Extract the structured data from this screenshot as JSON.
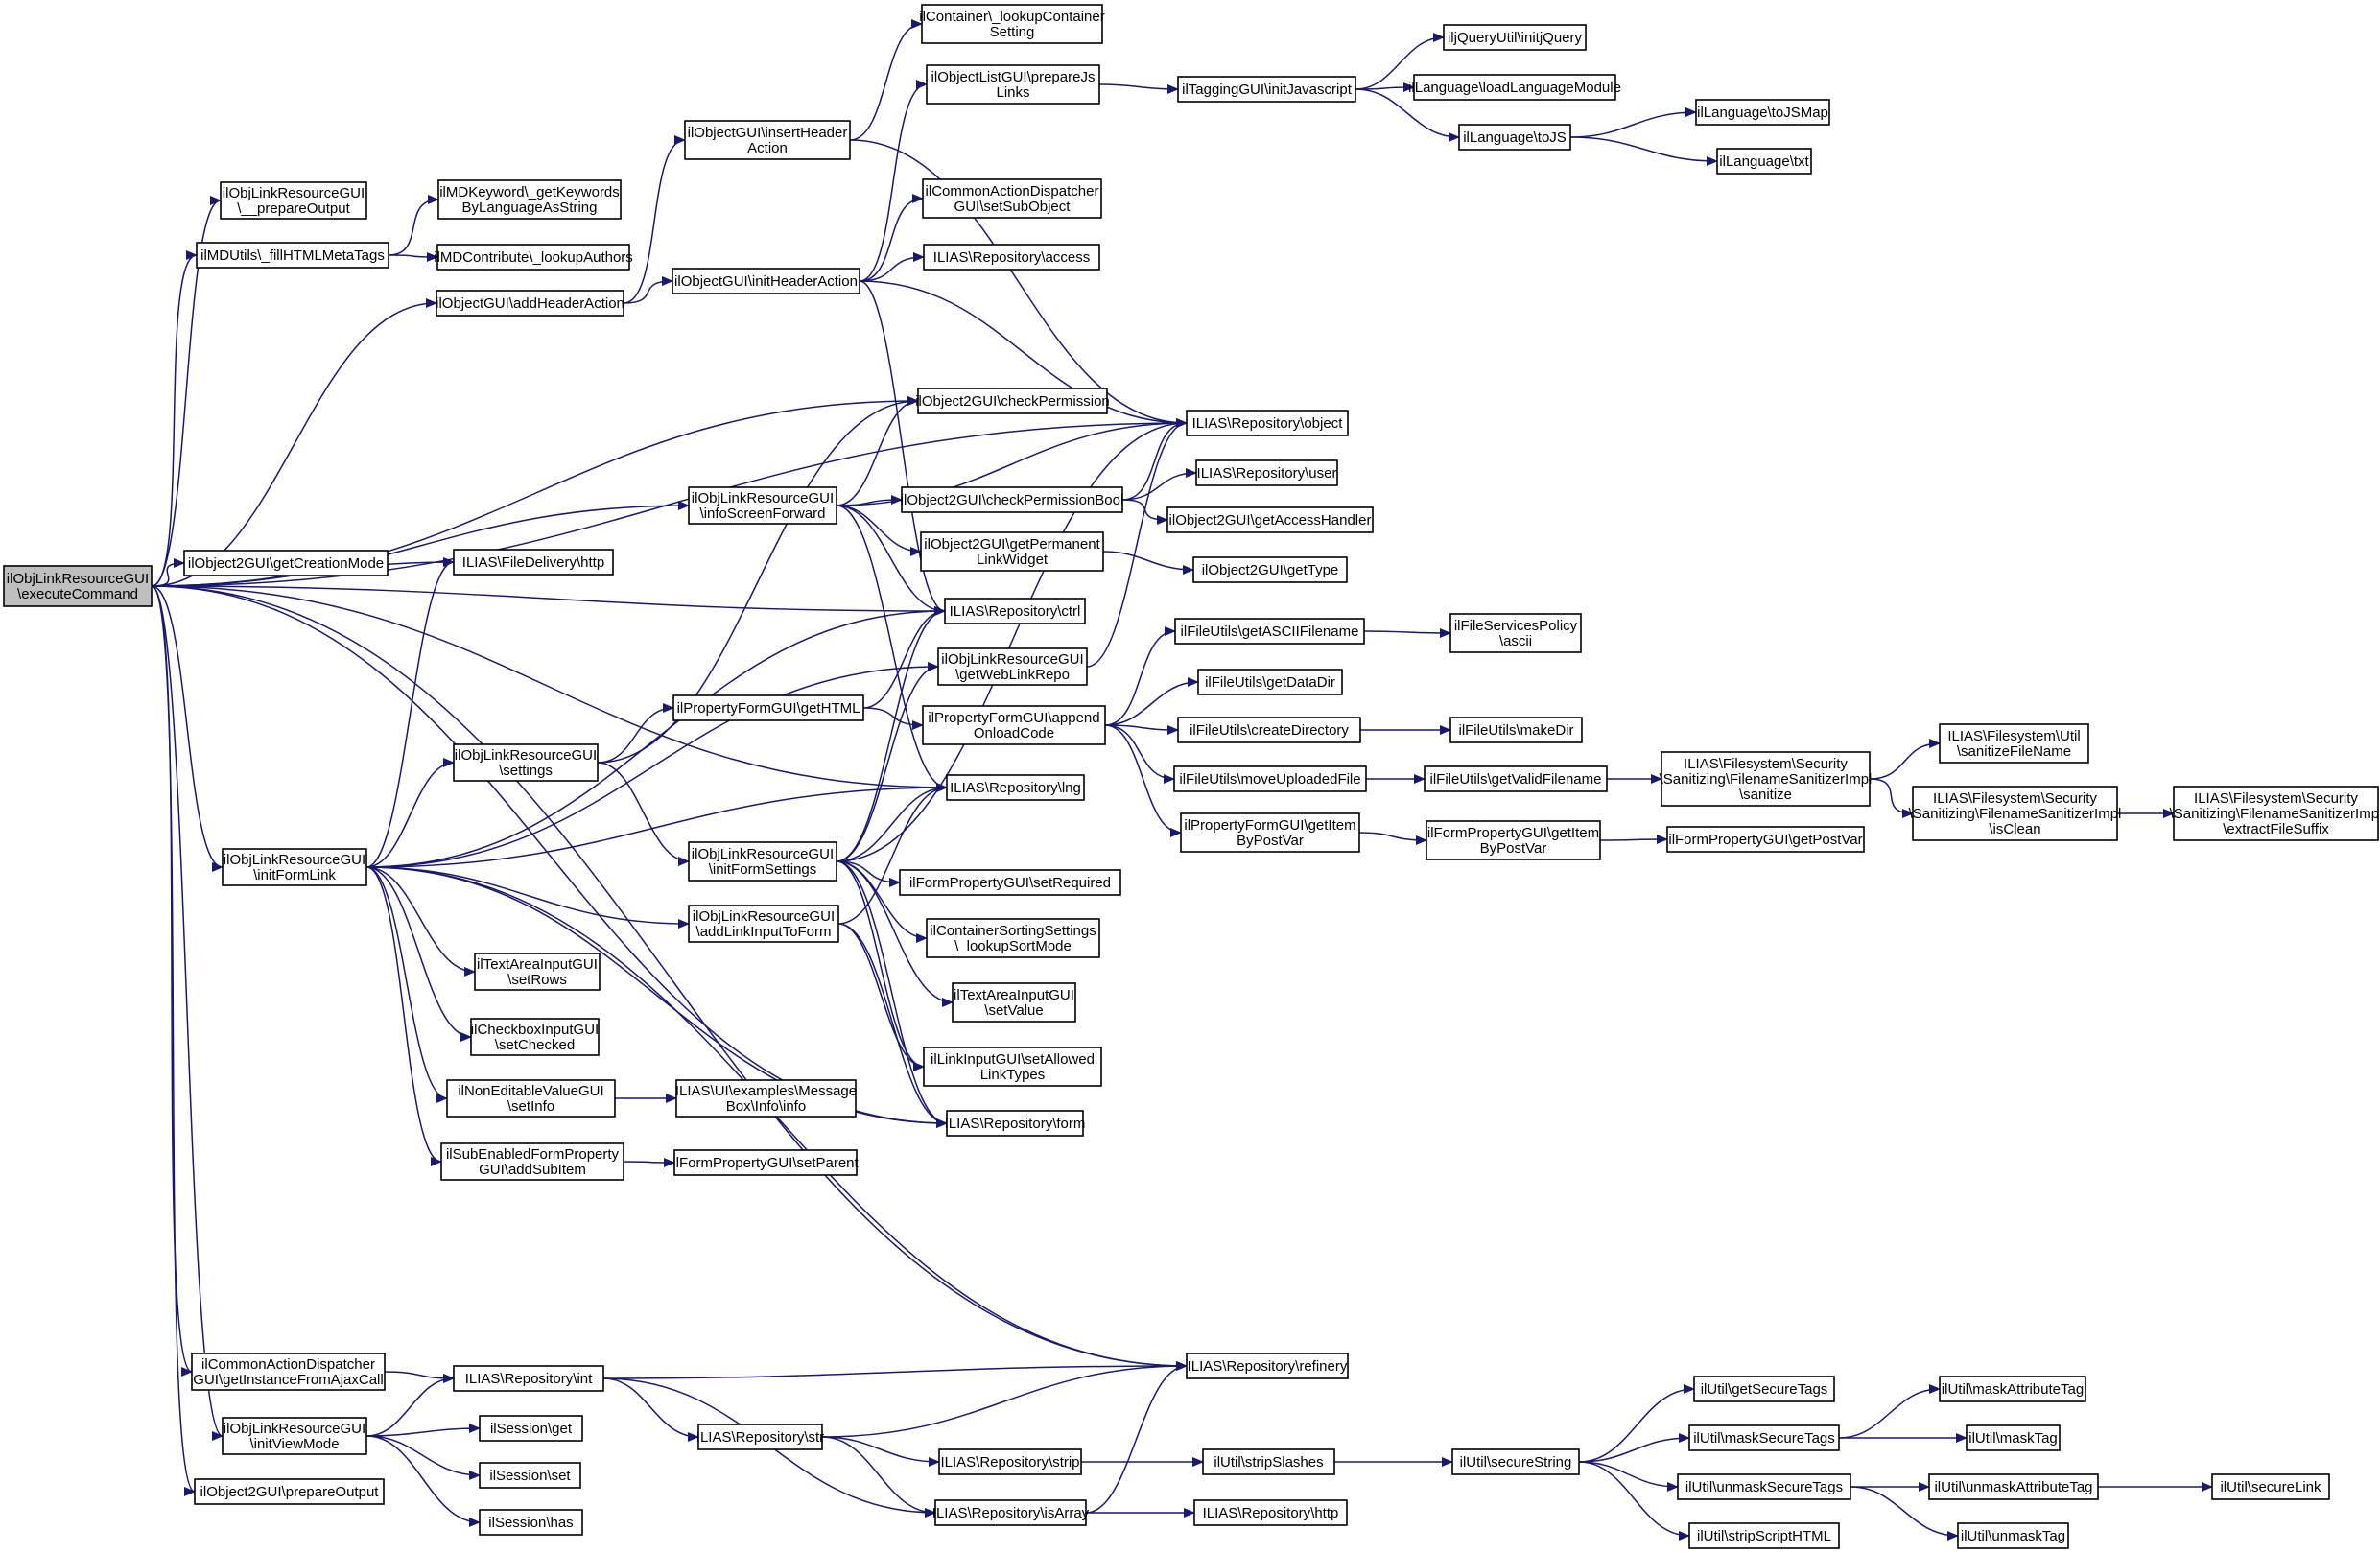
{
  "diagram": {
    "type": "call-graph",
    "colors": {
      "edge": "#191970",
      "node_border": "#000000",
      "node_fill": "#ffffff",
      "root_fill": "#bfbfbf",
      "background": "#ffffff"
    },
    "nodes": [
      {
        "id": "n_execute",
        "lines": [
          "ilObjLinkResourceGUI",
          "\\executeCommand"
        ],
        "root": true
      },
      {
        "id": "n_prepout2",
        "lines": [
          "ilObjLinkResourceGUI",
          "\\__prepareOutput"
        ]
      },
      {
        "id": "n_mdutils",
        "lines": [
          "ilMDUtils\\_fillHTMLMetaTags"
        ]
      },
      {
        "id": "n_addheader",
        "lines": [
          "ilObjectGUI\\addHeaderAction"
        ]
      },
      {
        "id": "n_creationmode",
        "lines": [
          "ilObject2GUI\\getCreationMode"
        ]
      },
      {
        "id": "n_initformlink",
        "lines": [
          "ilObjLinkResourceGUI",
          "\\initFormLink"
        ]
      },
      {
        "id": "n_cadgetinst",
        "lines": [
          "ilCommonActionDispatcher",
          "GUI\\getInstanceFromAjaxCall"
        ]
      },
      {
        "id": "n_initviewmode",
        "lines": [
          "ilObjLinkResourceGUI",
          "\\initViewMode"
        ]
      },
      {
        "id": "n_prepareoutput",
        "lines": [
          "ilObject2GUI\\prepareOutput"
        ]
      },
      {
        "id": "n_mdkeyword",
        "lines": [
          "ilMDKeyword\\_getKeywords",
          "ByLanguageAsString"
        ]
      },
      {
        "id": "n_mdcontribute",
        "lines": [
          "ilMDContribute\\_lookupAuthors"
        ]
      },
      {
        "id": "n_filedelivery",
        "lines": [
          "ILIAS\\FileDelivery\\http"
        ]
      },
      {
        "id": "n_settings",
        "lines": [
          "ilObjLinkResourceGUI",
          "\\settings"
        ]
      },
      {
        "id": "n_setrows",
        "lines": [
          "ilTextAreaInputGUI",
          "\\setRows"
        ]
      },
      {
        "id": "n_setchecked",
        "lines": [
          "ilCheckboxInputGUI",
          "\\setChecked"
        ]
      },
      {
        "id": "n_nonedit",
        "lines": [
          "ilNonEditableValueGUI",
          "\\setInfo"
        ]
      },
      {
        "id": "n_subenabled",
        "lines": [
          "ilSubEnabledFormProperty",
          "GUI\\addSubItem"
        ]
      },
      {
        "id": "n_repoint",
        "lines": [
          "ILIAS\\Repository\\int"
        ]
      },
      {
        "id": "n_sessget",
        "lines": [
          "ilSession\\get"
        ]
      },
      {
        "id": "n_sessset",
        "lines": [
          "ilSession\\set"
        ]
      },
      {
        "id": "n_sesshas",
        "lines": [
          "ilSession\\has"
        ]
      },
      {
        "id": "n_insertheader",
        "lines": [
          "ilObjectGUI\\insertHeader",
          "Action"
        ]
      },
      {
        "id": "n_initheader",
        "lines": [
          "ilObjectGUI\\initHeaderAction"
        ]
      },
      {
        "id": "n_infoscreen",
        "lines": [
          "ilObjLinkResourceGUI",
          "\\infoScreenForward"
        ]
      },
      {
        "id": "n_propgethtml",
        "lines": [
          "ilPropertyFormGUI\\getHTML"
        ]
      },
      {
        "id": "n_initformsettings",
        "lines": [
          "ilObjLinkResourceGUI",
          "\\initFormSettings"
        ]
      },
      {
        "id": "n_addlinkinput",
        "lines": [
          "ilObjLinkResourceGUI",
          "\\addLinkInputToForm"
        ]
      },
      {
        "id": "n_msgboxinfo",
        "lines": [
          "ILIAS\\UI\\examples\\Message",
          "Box\\Info\\info"
        ]
      },
      {
        "id": "n_setparent",
        "lines": [
          "ilFormPropertyGUI\\setParent"
        ]
      },
      {
        "id": "n_repostr",
        "lines": [
          "ILIAS\\Repository\\str"
        ]
      },
      {
        "id": "n_lookupcont",
        "lines": [
          "ilContainer\\_lookupContainer",
          "Setting"
        ]
      },
      {
        "id": "n_objlistprep",
        "lines": [
          "ilObjectListGUI\\prepareJs",
          "Links"
        ]
      },
      {
        "id": "n_casetsub",
        "lines": [
          "ilCommonActionDispatcher",
          "GUI\\setSubObject"
        ]
      },
      {
        "id": "n_repoaccess",
        "lines": [
          "ILIAS\\Repository\\access"
        ]
      },
      {
        "id": "n_checkperm",
        "lines": [
          "ilObject2GUI\\checkPermission"
        ]
      },
      {
        "id": "n_checkpermbool",
        "lines": [
          "ilObject2GUI\\checkPermissionBool"
        ]
      },
      {
        "id": "n_permalink",
        "lines": [
          "ilObject2GUI\\getPermanent",
          "LinkWidget"
        ]
      },
      {
        "id": "n_repoctrl",
        "lines": [
          "ILIAS\\Repository\\ctrl"
        ]
      },
      {
        "id": "n_getweblink",
        "lines": [
          "ilObjLinkResourceGUI",
          "\\getWebLinkRepo"
        ]
      },
      {
        "id": "n_appendonload",
        "lines": [
          "ilPropertyFormGUI\\append",
          "OnloadCode"
        ]
      },
      {
        "id": "n_repolng",
        "lines": [
          "ILIAS\\Repository\\lng"
        ]
      },
      {
        "id": "n_setrequired",
        "lines": [
          "ilFormPropertyGUI\\setRequired"
        ]
      },
      {
        "id": "n_sortmode",
        "lines": [
          "ilContainerSortingSettings",
          "\\_lookupSortMode"
        ]
      },
      {
        "id": "n_setvalue",
        "lines": [
          "ilTextAreaInputGUI",
          "\\setValue"
        ]
      },
      {
        "id": "n_setallowed",
        "lines": [
          "ilLinkInputGUI\\setAllowed",
          "LinkTypes"
        ]
      },
      {
        "id": "n_repoform",
        "lines": [
          "ILIAS\\Repository\\form"
        ]
      },
      {
        "id": "n_repostrip",
        "lines": [
          "ILIAS\\Repository\\strip"
        ]
      },
      {
        "id": "n_repoisarray",
        "lines": [
          "ILIAS\\Repository\\isArray"
        ]
      },
      {
        "id": "n_tagging",
        "lines": [
          "ilTaggingGUI\\initJavascript"
        ]
      },
      {
        "id": "n_repoobject",
        "lines": [
          "ILIAS\\Repository\\object"
        ]
      },
      {
        "id": "n_repouser",
        "lines": [
          "ILIAS\\Repository\\user"
        ]
      },
      {
        "id": "n_accesshandler",
        "lines": [
          "ilObject2GUI\\getAccessHandler"
        ]
      },
      {
        "id": "n_gettype",
        "lines": [
          "ilObject2GUI\\getType"
        ]
      },
      {
        "id": "n_getascii",
        "lines": [
          "ilFileUtils\\getASCIIFilename"
        ]
      },
      {
        "id": "n_getdatadir",
        "lines": [
          "ilFileUtils\\getDataDir"
        ]
      },
      {
        "id": "n_createdir",
        "lines": [
          "ilFileUtils\\createDirectory"
        ]
      },
      {
        "id": "n_moveupload",
        "lines": [
          "ilFileUtils\\moveUploadedFile"
        ]
      },
      {
        "id": "n_propgetitem",
        "lines": [
          "ilPropertyFormGUI\\getItem",
          "ByPostVar"
        ]
      },
      {
        "id": "n_reporefinery",
        "lines": [
          "ILIAS\\Repository\\refinery"
        ]
      },
      {
        "id": "n_utilstrip",
        "lines": [
          "ilUtil\\stripSlashes"
        ]
      },
      {
        "id": "n_repohttp",
        "lines": [
          "ILIAS\\Repository\\http"
        ]
      },
      {
        "id": "n_jquery",
        "lines": [
          "iljQueryUtil\\initjQuery"
        ]
      },
      {
        "id": "n_langload",
        "lines": [
          "ilLanguage\\loadLanguageModule"
        ]
      },
      {
        "id": "n_langtojs",
        "lines": [
          "ilLanguage\\toJS"
        ]
      },
      {
        "id": "n_filepolicy",
        "lines": [
          "ilFileServicesPolicy",
          "\\ascii"
        ]
      },
      {
        "id": "n_makedir",
        "lines": [
          "ilFileUtils\\makeDir"
        ]
      },
      {
        "id": "n_getvalid",
        "lines": [
          "ilFileUtils\\getValidFilename"
        ]
      },
      {
        "id": "n_formpropgetitem",
        "lines": [
          "ilFormPropertyGUI\\getItem",
          "ByPostVar"
        ]
      },
      {
        "id": "n_securestring",
        "lines": [
          "ilUtil\\secureString"
        ]
      },
      {
        "id": "n_langtojsmap",
        "lines": [
          "ilLanguage\\toJSMap"
        ]
      },
      {
        "id": "n_langtxt",
        "lines": [
          "ilLanguage\\txt"
        ]
      },
      {
        "id": "n_sanitize",
        "lines": [
          "ILIAS\\Filesystem\\Security",
          "\\Sanitizing\\FilenameSanitizerImpl",
          "\\sanitize"
        ]
      },
      {
        "id": "n_getpostvar",
        "lines": [
          "ilFormPropertyGUI\\getPostVar"
        ]
      },
      {
        "id": "n_getsecuretags",
        "lines": [
          "ilUtil\\getSecureTags"
        ]
      },
      {
        "id": "n_masksecure",
        "lines": [
          "ilUtil\\maskSecureTags"
        ]
      },
      {
        "id": "n_unmasksecure",
        "lines": [
          "ilUtil\\unmaskSecureTags"
        ]
      },
      {
        "id": "n_stripscript",
        "lines": [
          "ilUtil\\stripScriptHTML"
        ]
      },
      {
        "id": "n_sanitizefilename",
        "lines": [
          "ILIAS\\Filesystem\\Util",
          "\\sanitizeFileName"
        ]
      },
      {
        "id": "n_isclean",
        "lines": [
          "ILIAS\\Filesystem\\Security",
          "\\Sanitizing\\FilenameSanitizerImpl",
          "\\isClean"
        ]
      },
      {
        "id": "n_maskattr",
        "lines": [
          "ilUtil\\maskAttributeTag"
        ]
      },
      {
        "id": "n_masktag",
        "lines": [
          "ilUtil\\maskTag"
        ]
      },
      {
        "id": "n_unmaskattr",
        "lines": [
          "ilUtil\\unmaskAttributeTag"
        ]
      },
      {
        "id": "n_unmasktag",
        "lines": [
          "ilUtil\\unmaskTag"
        ]
      },
      {
        "id": "n_extractsuffix",
        "lines": [
          "ILIAS\\Filesystem\\Security",
          "\\Sanitizing\\FilenameSanitizerImpl",
          "\\extractFileSuffix"
        ]
      },
      {
        "id": "n_securelink",
        "lines": [
          "ilUtil\\secureLink"
        ]
      }
    ],
    "edges": [
      [
        "n_execute",
        "n_prepout2"
      ],
      [
        "n_execute",
        "n_mdutils"
      ],
      [
        "n_execute",
        "n_addheader"
      ],
      [
        "n_execute",
        "n_creationmode"
      ],
      [
        "n_execute",
        "n_initformlink"
      ],
      [
        "n_execute",
        "n_cadgetinst"
      ],
      [
        "n_execute",
        "n_initviewmode"
      ],
      [
        "n_execute",
        "n_prepareoutput"
      ],
      [
        "n_execute",
        "n_checkperm"
      ],
      [
        "n_execute",
        "n_repoobject"
      ],
      [
        "n_execute",
        "n_infoscreen"
      ],
      [
        "n_execute",
        "n_filedelivery"
      ],
      [
        "n_execute",
        "n_repoctrl"
      ],
      [
        "n_execute",
        "n_repolng"
      ],
      [
        "n_execute",
        "n_repoform"
      ],
      [
        "n_execute",
        "n_reporefinery"
      ],
      [
        "n_mdutils",
        "n_mdkeyword"
      ],
      [
        "n_mdutils",
        "n_mdcontribute"
      ],
      [
        "n_addheader",
        "n_insertheader"
      ],
      [
        "n_addheader",
        "n_initheader"
      ],
      [
        "n_insertheader",
        "n_lookupcont"
      ],
      [
        "n_insertheader",
        "n_repoobject"
      ],
      [
        "n_initheader",
        "n_objlistprep"
      ],
      [
        "n_initheader",
        "n_casetsub"
      ],
      [
        "n_initheader",
        "n_repoaccess"
      ],
      [
        "n_initheader",
        "n_repoobject"
      ],
      [
        "n_initheader",
        "n_repoctrl"
      ],
      [
        "n_objlistprep",
        "n_tagging"
      ],
      [
        "n_tagging",
        "n_jquery"
      ],
      [
        "n_tagging",
        "n_langload"
      ],
      [
        "n_tagging",
        "n_langtojs"
      ],
      [
        "n_langtojs",
        "n_langtojsmap"
      ],
      [
        "n_langtojs",
        "n_langtxt"
      ],
      [
        "n_infoscreen",
        "n_checkperm"
      ],
      [
        "n_infoscreen",
        "n_repoobject"
      ],
      [
        "n_infoscreen",
        "n_checkpermbool"
      ],
      [
        "n_infoscreen",
        "n_permalink"
      ],
      [
        "n_infoscreen",
        "n_repoctrl"
      ],
      [
        "n_infoscreen",
        "n_repolng"
      ],
      [
        "n_checkpermbool",
        "n_repoobject"
      ],
      [
        "n_checkpermbool",
        "n_repouser"
      ],
      [
        "n_checkpermbool",
        "n_accesshandler"
      ],
      [
        "n_permalink",
        "n_gettype"
      ],
      [
        "n_initformlink",
        "n_filedelivery"
      ],
      [
        "n_initformlink",
        "n_settings"
      ],
      [
        "n_initformlink",
        "n_repoctrl"
      ],
      [
        "n_initformlink",
        "n_getweblink"
      ],
      [
        "n_initformlink",
        "n_repolng"
      ],
      [
        "n_initformlink",
        "n_addlinkinput"
      ],
      [
        "n_initformlink",
        "n_setrows"
      ],
      [
        "n_initformlink",
        "n_setchecked"
      ],
      [
        "n_initformlink",
        "n_nonedit"
      ],
      [
        "n_initformlink",
        "n_subenabled"
      ],
      [
        "n_initformlink",
        "n_repoform"
      ],
      [
        "n_initformlink",
        "n_reporefinery"
      ],
      [
        "n_settings",
        "n_checkperm"
      ],
      [
        "n_settings",
        "n_propgethtml"
      ],
      [
        "n_settings",
        "n_initformsettings"
      ],
      [
        "n_propgethtml",
        "n_repoctrl"
      ],
      [
        "n_propgethtml",
        "n_appendonload"
      ],
      [
        "n_appendonload",
        "n_getascii"
      ],
      [
        "n_appendonload",
        "n_getdatadir"
      ],
      [
        "n_appendonload",
        "n_createdir"
      ],
      [
        "n_appendonload",
        "n_moveupload"
      ],
      [
        "n_appendonload",
        "n_propgetitem"
      ],
      [
        "n_getweblink",
        "n_repoobject"
      ],
      [
        "n_initformsettings",
        "n_repoctrl"
      ],
      [
        "n_initformsettings",
        "n_getweblink"
      ],
      [
        "n_initformsettings",
        "n_repolng"
      ],
      [
        "n_initformsettings",
        "n_repoobject"
      ],
      [
        "n_initformsettings",
        "n_setrequired"
      ],
      [
        "n_initformsettings",
        "n_sortmode"
      ],
      [
        "n_initformsettings",
        "n_setvalue"
      ],
      [
        "n_initformsettings",
        "n_setallowed"
      ],
      [
        "n_initformsettings",
        "n_repoform"
      ],
      [
        "n_addlinkinput",
        "n_repolng"
      ],
      [
        "n_addlinkinput",
        "n_setallowed"
      ],
      [
        "n_addlinkinput",
        "n_repoform"
      ],
      [
        "n_nonedit",
        "n_msgboxinfo"
      ],
      [
        "n_subenabled",
        "n_setparent"
      ],
      [
        "n_getascii",
        "n_filepolicy"
      ],
      [
        "n_createdir",
        "n_makedir"
      ],
      [
        "n_moveupload",
        "n_getvalid"
      ],
      [
        "n_getvalid",
        "n_sanitize"
      ],
      [
        "n_sanitize",
        "n_sanitizefilename"
      ],
      [
        "n_sanitize",
        "n_isclean"
      ],
      [
        "n_isclean",
        "n_extractsuffix"
      ],
      [
        "n_propgetitem",
        "n_formpropgetitem"
      ],
      [
        "n_formpropgetitem",
        "n_getpostvar"
      ],
      [
        "n_cadgetinst",
        "n_repoint"
      ],
      [
        "n_initviewmode",
        "n_repoint"
      ],
      [
        "n_initviewmode",
        "n_sessget"
      ],
      [
        "n_initviewmode",
        "n_sessset"
      ],
      [
        "n_initviewmode",
        "n_sesshas"
      ],
      [
        "n_repoint",
        "n_reporefinery"
      ],
      [
        "n_repoint",
        "n_repostr"
      ],
      [
        "n_repoint",
        "n_repoisarray"
      ],
      [
        "n_repostr",
        "n_reporefinery"
      ],
      [
        "n_repostr",
        "n_repostrip"
      ],
      [
        "n_repostr",
        "n_repoisarray"
      ],
      [
        "n_repostrip",
        "n_utilstrip"
      ],
      [
        "n_repoisarray",
        "n_reporefinery"
      ],
      [
        "n_repoisarray",
        "n_repohttp"
      ],
      [
        "n_utilstrip",
        "n_securestring"
      ],
      [
        "n_securestring",
        "n_getsecuretags"
      ],
      [
        "n_securestring",
        "n_masksecure"
      ],
      [
        "n_securestring",
        "n_unmasksecure"
      ],
      [
        "n_securestring",
        "n_stripscript"
      ],
      [
        "n_masksecure",
        "n_maskattr"
      ],
      [
        "n_masksecure",
        "n_masktag"
      ],
      [
        "n_unmasksecure",
        "n_unmaskattr"
      ],
      [
        "n_unmasksecure",
        "n_unmasktag"
      ],
      [
        "n_unmaskattr",
        "n_securelink"
      ]
    ]
  }
}
